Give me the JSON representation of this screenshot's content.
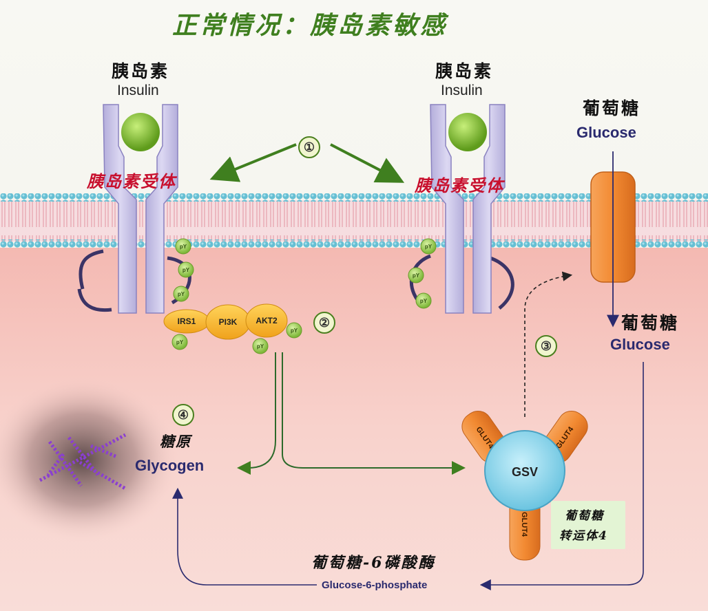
{
  "title": "正常情况：胰岛素敏感",
  "insulin_left": {
    "cn": "胰岛素",
    "en": "Insulin"
  },
  "insulin_right": {
    "cn": "胰岛素",
    "en": "Insulin"
  },
  "receptor_left": "胰岛素受体",
  "receptor_right": "胰岛素受体",
  "glucose_outside": {
    "cn": "葡萄糖",
    "en": "Glucose"
  },
  "glucose_inside": {
    "cn": "葡萄糖",
    "en": "Glucose"
  },
  "glycogen": {
    "cn": "糖原",
    "en": "Glycogen"
  },
  "steps": [
    "①",
    "②",
    "③",
    "④"
  ],
  "signaling": {
    "irs1": "IRS1",
    "pi3k": "PI3K",
    "akt2": "AKT2",
    "py": "pY"
  },
  "gsv": "GSV",
  "glut4": "GLUT4",
  "glut4_note": {
    "line1": "葡萄糖",
    "line2": "转运体4"
  },
  "enzyme": {
    "cn": "葡萄糖-6磷酸酶",
    "en": "Glucose-6-phosphate"
  },
  "colors": {
    "membrane_head": "#6cc3d5",
    "membrane_tail": "#f3c8cc",
    "cytoplasm": "#f6c7c0",
    "receptor": "#c9c4e6",
    "insulin": "#7dbb2f",
    "signal_protein": "#f5b52a",
    "glut_transporter": "#ee8a3a",
    "gsv": "#8fd4ea",
    "arrow_green": "#3f7f1f",
    "arrow_blue": "#2a2a6e",
    "glycogen": "#8a3fd0"
  }
}
